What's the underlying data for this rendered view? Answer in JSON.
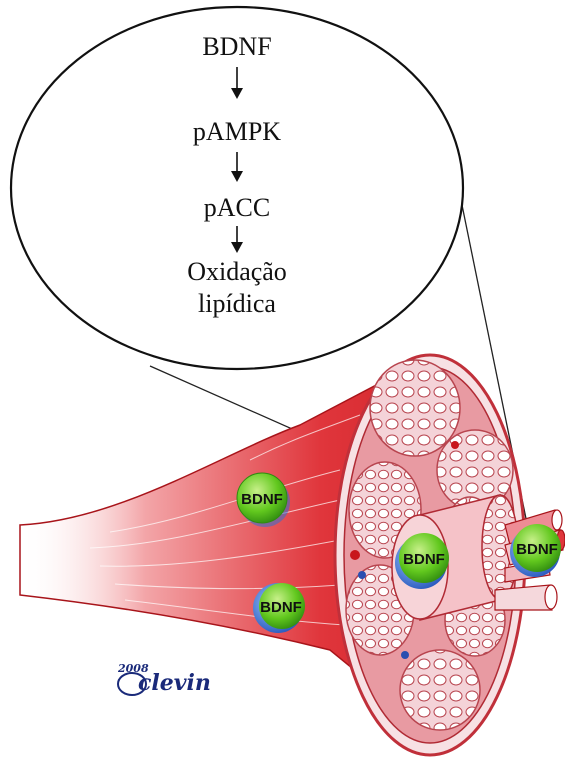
{
  "pathway": {
    "step1": "BDNF",
    "step2": "pAMPK",
    "step3": "pACC",
    "step4_line1": "Oxidação",
    "step4_line2": "lipídica"
  },
  "badges": {
    "badge1": "BDNF",
    "badge2": "BDNF",
    "badge3": "BDNF",
    "badge4": "BDNF"
  },
  "signature": {
    "year": "2008",
    "name": "clevin"
  },
  "colors": {
    "muscle_red": "#d8262c",
    "fascicle_pink": "#f2c6cc",
    "badge_green": "#58c61e",
    "badge_blue": "#2f6fd1"
  }
}
